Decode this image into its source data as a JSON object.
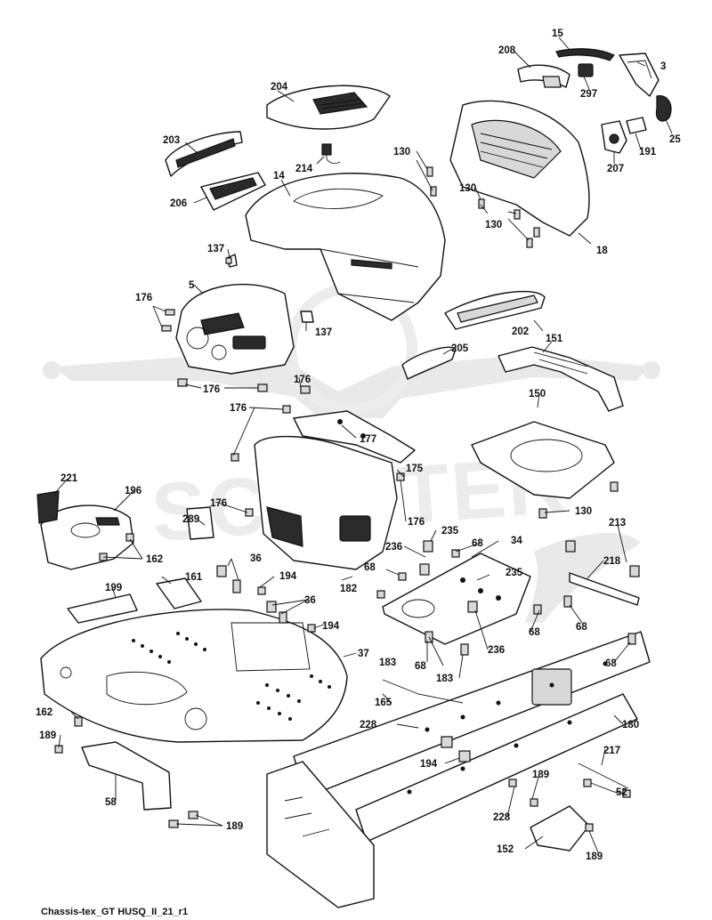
{
  "diagram": {
    "caption": "Chassis-tex_GT HUSQ_II_21_r1",
    "watermark": "SCOOTER"
  },
  "callouts": [
    {
      "id": "c15",
      "label": "15"
    },
    {
      "id": "c208",
      "label": "208"
    },
    {
      "id": "c3",
      "label": "3"
    },
    {
      "id": "c297",
      "label": "297"
    },
    {
      "id": "c204",
      "label": "204"
    },
    {
      "id": "c25",
      "label": "25"
    },
    {
      "id": "c191",
      "label": "191"
    },
    {
      "id": "c207",
      "label": "207"
    },
    {
      "id": "c203",
      "label": "203"
    },
    {
      "id": "c214",
      "label": "214"
    },
    {
      "id": "c130a",
      "label": "130"
    },
    {
      "id": "c130b",
      "label": "130"
    },
    {
      "id": "c130c",
      "label": "130"
    },
    {
      "id": "c14",
      "label": "14"
    },
    {
      "id": "c206",
      "label": "206"
    },
    {
      "id": "c18",
      "label": "18"
    },
    {
      "id": "c137a",
      "label": "137"
    },
    {
      "id": "c5",
      "label": "5"
    },
    {
      "id": "c176a",
      "label": "176"
    },
    {
      "id": "c137b",
      "label": "137"
    },
    {
      "id": "c202",
      "label": "202"
    },
    {
      "id": "c151",
      "label": "151"
    },
    {
      "id": "c205",
      "label": "205"
    },
    {
      "id": "c176b",
      "label": "176"
    },
    {
      "id": "c176c",
      "label": "176"
    },
    {
      "id": "c150",
      "label": "150"
    },
    {
      "id": "c176d",
      "label": "176"
    },
    {
      "id": "c177",
      "label": "177"
    },
    {
      "id": "c175",
      "label": "175"
    },
    {
      "id": "c221",
      "label": "221"
    },
    {
      "id": "c196",
      "label": "196"
    },
    {
      "id": "c176e",
      "label": "176"
    },
    {
      "id": "c176f",
      "label": "176"
    },
    {
      "id": "c130d",
      "label": "130"
    },
    {
      "id": "c289",
      "label": "289"
    },
    {
      "id": "c235a",
      "label": "235"
    },
    {
      "id": "c213",
      "label": "213"
    },
    {
      "id": "c162a",
      "label": "162"
    },
    {
      "id": "c236a",
      "label": "236"
    },
    {
      "id": "c68a",
      "label": "68"
    },
    {
      "id": "c34",
      "label": "34"
    },
    {
      "id": "c36a",
      "label": "36"
    },
    {
      "id": "c218",
      "label": "218"
    },
    {
      "id": "c161",
      "label": "161"
    },
    {
      "id": "c68b",
      "label": "68"
    },
    {
      "id": "c235b",
      "label": "235"
    },
    {
      "id": "c194a",
      "label": "194"
    },
    {
      "id": "c199",
      "label": "199"
    },
    {
      "id": "c182",
      "label": "182"
    },
    {
      "id": "c36b",
      "label": "36"
    },
    {
      "id": "c68c",
      "label": "68"
    },
    {
      "id": "c194b",
      "label": "194"
    },
    {
      "id": "c68d",
      "label": "68"
    },
    {
      "id": "c37",
      "label": "37"
    },
    {
      "id": "c236b",
      "label": "236"
    },
    {
      "id": "c183a",
      "label": "183"
    },
    {
      "id": "c68e",
      "label": "68"
    },
    {
      "id": "c68f",
      "label": "68"
    },
    {
      "id": "c183b",
      "label": "183"
    },
    {
      "id": "c165",
      "label": "165"
    },
    {
      "id": "c162b",
      "label": "162"
    },
    {
      "id": "c228a",
      "label": "228"
    },
    {
      "id": "c180",
      "label": "180"
    },
    {
      "id": "c189a",
      "label": "189"
    },
    {
      "id": "c194c",
      "label": "194"
    },
    {
      "id": "c217",
      "label": "217"
    },
    {
      "id": "c58",
      "label": "58"
    },
    {
      "id": "c189b",
      "label": "189"
    },
    {
      "id": "c52",
      "label": "52"
    },
    {
      "id": "c228b",
      "label": "228"
    },
    {
      "id": "c189c",
      "label": "189"
    },
    {
      "id": "c152",
      "label": "152"
    },
    {
      "id": "c189d",
      "label": "189"
    }
  ]
}
